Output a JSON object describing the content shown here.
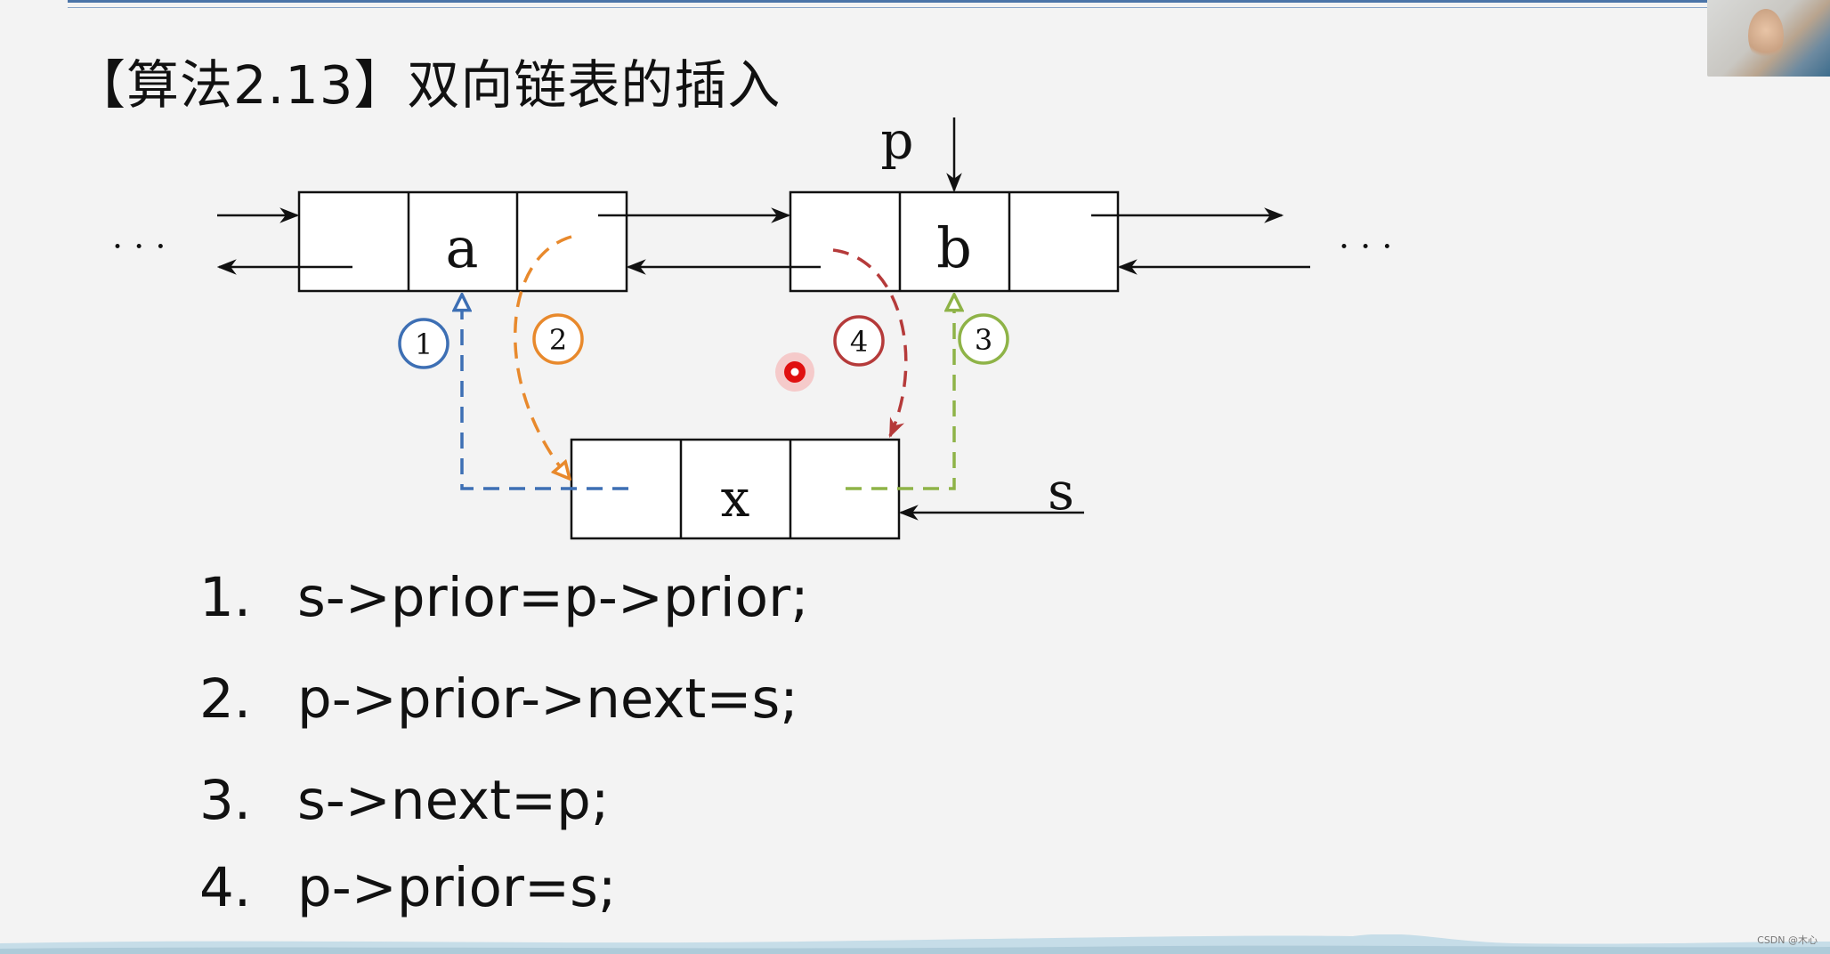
{
  "title": "【算法2.13】双向链表的插入",
  "diagram": {
    "nodes": {
      "a": "a",
      "b": "b",
      "x": "x"
    },
    "pointers": {
      "p": "p",
      "s": "s"
    },
    "ellipsis_left": "· · ·",
    "ellipsis_right": "· · ·",
    "steps": [
      {
        "label": "1",
        "color": "#3d6fb4"
      },
      {
        "label": "2",
        "color": "#e8892c"
      },
      {
        "label": "3",
        "color": "#8eb347"
      },
      {
        "label": "4",
        "color": "#b53a3a"
      }
    ]
  },
  "code": [
    {
      "num": "1.",
      "text": "s->prior=p->prior;"
    },
    {
      "num": "2.",
      "text": "p->prior->next=s;"
    },
    {
      "num": "3.",
      "text": "s->next=p;"
    },
    {
      "num": "4.",
      "text": "p->prior=s;"
    }
  ],
  "watermark": "CSDN @木心"
}
